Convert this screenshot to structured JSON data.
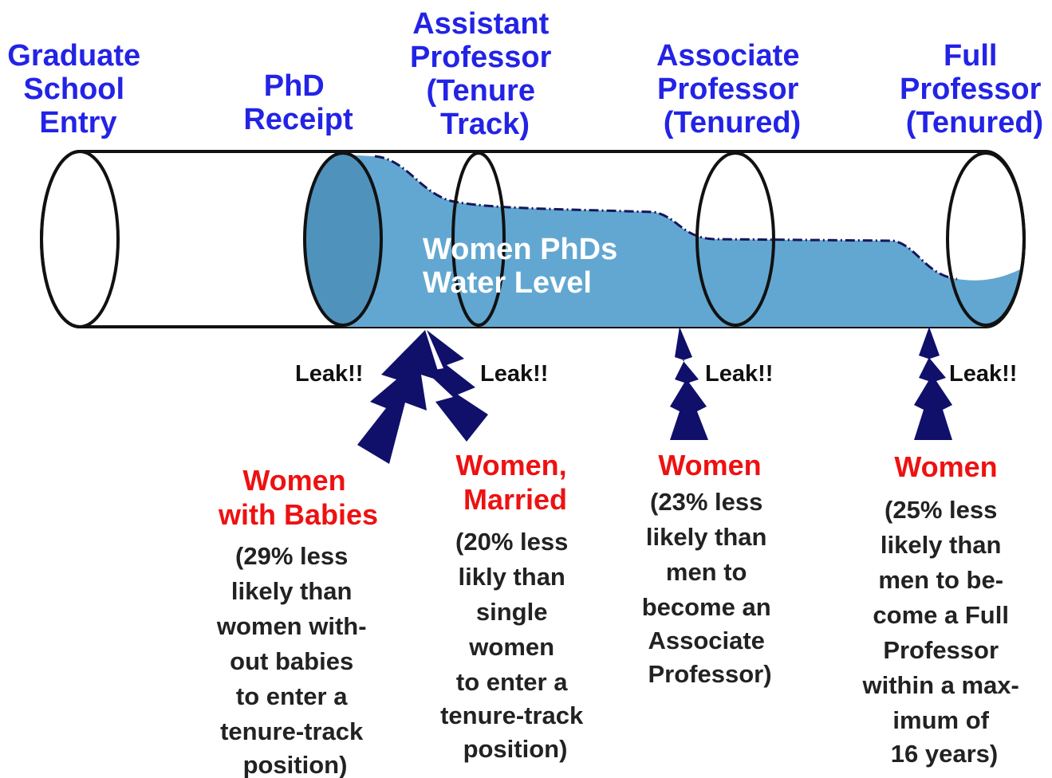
{
  "stages": [
    {
      "id": "graduate-school-entry",
      "lines": [
        "Graduate",
        "School",
        "Entry"
      ]
    },
    {
      "id": "phd-receipt",
      "lines": [
        "PhD",
        "Receipt"
      ]
    },
    {
      "id": "assistant-professor",
      "lines": [
        "Assistant",
        "Professor",
        "(Tenure",
        "Track)"
      ]
    },
    {
      "id": "associate-professor",
      "lines": [
        "Associate",
        "Professor",
        "(Tenured)"
      ]
    },
    {
      "id": "full-professor",
      "lines": [
        "Full",
        "Professor",
        "(Tenured)"
      ]
    }
  ],
  "water_label": [
    "Women PhDs",
    "Water Level"
  ],
  "leak_text": "Leak!!",
  "leak_groups": [
    {
      "title": [
        "Women",
        "with Babies"
      ],
      "detail": [
        "(29% less",
        "likely than",
        "women with-",
        "out babies",
        "to enter a",
        "tenure-track",
        "position)"
      ]
    },
    {
      "title": [
        "Women,",
        "Married"
      ],
      "detail": [
        "(20% less",
        "likly than",
        "single",
        "women",
        "to enter a",
        "tenure-track",
        "position)"
      ]
    },
    {
      "title": [
        "Women"
      ],
      "detail": [
        "(23% less",
        "likely than",
        "men to",
        "become an",
        "Associate",
        "Professor)"
      ]
    },
    {
      "title": [
        "Women"
      ],
      "detail": [
        "(25% less",
        "likely than",
        "men to be-",
        "come a Full",
        "Professor",
        "within a max-",
        "imum of",
        "16 years)"
      ]
    }
  ],
  "colors": {
    "stage_label": "#2323e6",
    "water": "#62a7d1",
    "water_dark": "#4f93bd",
    "water_surface": "#16165a",
    "leak_arrow": "#10106b",
    "group_title": "#ee1111",
    "detail_text": "#222222",
    "pipe_stroke": "#111111"
  }
}
